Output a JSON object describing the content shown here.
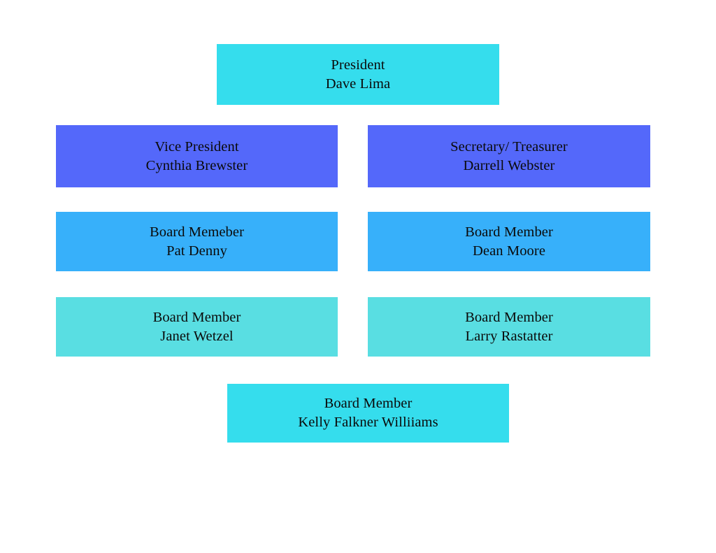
{
  "chart_data": {
    "type": "diagram",
    "title": "",
    "layout": "organizational-chart",
    "palette": {
      "executive_cyan": "#35DDED",
      "officer_blue": "#5468FA",
      "board_sky": "#37B0FA",
      "board_turquoise": "#59DEE2",
      "background": "#FFFFFF",
      "text": "#0A0A0A"
    },
    "rows": [
      {
        "row": 1,
        "alignment": "center",
        "nodes": [
          {
            "title": "President",
            "person": "Dave Lima",
            "color": "#35DDED"
          }
        ]
      },
      {
        "row": 2,
        "alignment": "two-column",
        "nodes": [
          {
            "title": "Vice President",
            "person": "Cynthia Brewster",
            "color": "#5468FA"
          },
          {
            "title": "Secretary/ Treasurer",
            "person": "Darrell Webster",
            "color": "#5468FA"
          }
        ]
      },
      {
        "row": 3,
        "alignment": "two-column",
        "nodes": [
          {
            "title": "Board Memeber",
            "person": "Pat Denny",
            "color": "#37B0FA"
          },
          {
            "title": "Board Member",
            "person": "Dean Moore",
            "color": "#37B0FA"
          }
        ]
      },
      {
        "row": 4,
        "alignment": "two-column",
        "nodes": [
          {
            "title": "Board Member",
            "person": "Janet Wetzel",
            "color": "#59DEE2"
          },
          {
            "title": "Board Member",
            "person": "Larry Rastatter",
            "color": "#59DEE2"
          }
        ]
      },
      {
        "row": 5,
        "alignment": "center",
        "nodes": [
          {
            "title": "Board Member",
            "person": "Kelly Falkner Williiams",
            "color": "#35DDED"
          }
        ]
      }
    ]
  }
}
